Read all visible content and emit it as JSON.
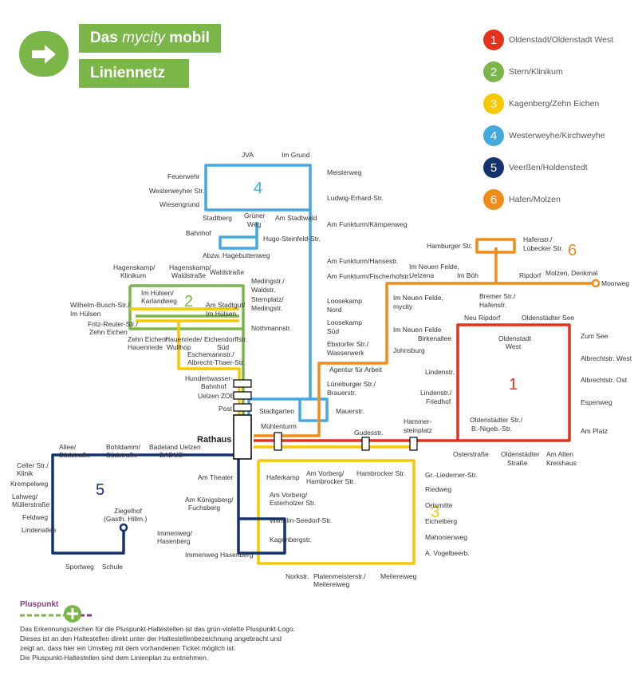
{
  "header": {
    "title_prefix": "Das ",
    "title_brand": "mycity",
    "title_suffix": " mobil",
    "subtitle": "Liniennetz"
  },
  "legend": [
    {
      "num": "1",
      "color": "#e2331f",
      "label": "Oldenstadt/Oldenstadt West"
    },
    {
      "num": "2",
      "color": "#7ab648",
      "label": "Stern/Klinikum"
    },
    {
      "num": "3",
      "color": "#f5c800",
      "label": "Kagenberg/Zehn Eichen"
    },
    {
      "num": "4",
      "color": "#45a9e0",
      "label": "Westerweyhe/Kirchweyhe"
    },
    {
      "num": "5",
      "color": "#14336e",
      "label": "Veerßen/Holdenstedt"
    },
    {
      "num": "6",
      "color": "#f08c1a",
      "label": "Hafen/Molzen"
    }
  ],
  "line_numbers": {
    "l1": "1",
    "l2": "2",
    "l3": "3",
    "l4": "4",
    "l5": "5",
    "l6": "6"
  },
  "center": {
    "rathaus": "Rathaus"
  },
  "stops": {
    "jva": "JVA",
    "im_grund": "Im Grund",
    "meisterweg": "Meisterweg",
    "feuerwehr": "Feuerwehr",
    "westerweyher": "Westerweyher Str.",
    "wiesengrund": "Wiesengrund",
    "ludwig_erhard": "Ludwig-Erhard-Str.",
    "stadtberg": "Stadtberg",
    "gruener_weg_1": "Grüner",
    "gruener_weg_2": "Weg",
    "am_stadtwald": "Am Stadtwald",
    "am_funkturm_kaempen": "Am Funkturm/Kämpenweg",
    "bahnhof": "Bahnhof",
    "hugo_steinfeld": "Hugo-Steinfeld-Str.",
    "abzw_hagebutten": "Abzw. Hagebuttenweg",
    "am_funkturm_hanse": "Am Funkturm/Hansestr.",
    "am_funkturm_fischer": "Am Funkturm/Fischerhofstr.",
    "loosekamp_nord_1": "Loosekamp",
    "loosekamp_nord_2": "Nord",
    "loosekamp_sued_1": "Loosekamp",
    "loosekamp_sued_2": "Süd",
    "ebstorfer_1": "Ebstorfer Str./",
    "ebstorfer_2": "Wasserwerk",
    "agentur": "Agentur für Arbeit",
    "lueneburger_1": "Lüneburger Str./",
    "lueneburger_2": "Brauerstr.",
    "stadtgarten": "Stadtgarten",
    "mauerstr": "Mauerstr.",
    "hagenskamp_klinikum_1": "Hagenskamp/",
    "hagenskamp_klinikum_2": "Klinikum",
    "hagenskamp_wald_1": "Hagenskamp/",
    "hagenskamp_wald_2": "Waldstraße",
    "waldstrasse": "Waldstraße",
    "medingstr_1": "Medingstr./",
    "medingstr_2": "Waldstr.",
    "im_huelsen_karl_1": "Im Hülsen/",
    "im_huelsen_karl_2": "Karlandweg",
    "wilhelm_busch_1": "Wilhelm-Busch-Str./",
    "wilhelm_busch_2": "Im Hülsen",
    "am_stadtgut_1": "Am Stadtgut/",
    "am_stadtgut_2": "Im Hülsen",
    "sternplatz_1": "Sternplatz/",
    "sternplatz_2": "Medingstr.",
    "fritz_reuter_1": "Fritz-Reuter-Str./",
    "fritz_reuter_2": "Zehn Eichen",
    "nothmannstr": "Nothmannstr.",
    "zehn_eichen_1": "Zehn Eichen/",
    "zehn_eichen_2": "Hauenriede",
    "hauenriede_1": "Hauenriede/",
    "hauenriede_2": "Wullhop",
    "eichendorff_1": "Eichendorffstr.",
    "eichendorff_2": "Süd",
    "eschemann_1": "Eschemannstr./",
    "eschemann_2": "Albrecht-Thaer-Str.",
    "hundertwasser_1": "Hundertwasser-",
    "hundertwasser_2": "Bahnhof",
    "uelzen_zob": "Uelzen ZOB",
    "post": "Post",
    "muehlenturm": "Mühlenturm",
    "gudesstr": "Gudesstr.",
    "hammersteinplatz_1": "Hammer-",
    "hammersteinplatz_2": "steinplatz",
    "hamburger_str": "Hamburger Str.",
    "hafenstr_1": "Hafenstr./",
    "hafenstr_2": "Lübecker Str.",
    "im_neuen_felde_uelzena_1": "Im Neuen Felde,",
    "im_neuen_felde_uelzena_2": "Uelzena",
    "im_boeh": "Im Böh",
    "ripdorf": "Ripdorf",
    "molzen": "Molzen, Denkmal",
    "moorweg": "Moorweg",
    "im_neuen_felde_mycity_1": "Im Neuen Felde,",
    "im_neuen_felde_mycity_2": "mycity",
    "bremer_1": "Bremer Str./",
    "bremer_2": "Hafenstr.",
    "im_neuen_felde": "Im Neuen Felde",
    "johnsburg": "Johnsburg",
    "neu_ripdorf": "Neu Ripdorf",
    "oldenstaedter_see": "Oldenstädter See",
    "birkenallee": "Birkenallee",
    "oldenstadt_west_1": "Oldenstadt",
    "oldenstadt_west_2": "West",
    "zum_see": "Zum See",
    "albrecht_west": "Albrechtstr. West",
    "albrecht_ost": "Albrechtstr. Ost",
    "lindenstr": "Lindenstr.",
    "lindenstr_friedhof_1": "Lindenstr./",
    "lindenstr_friedhof_2": "Friedhof",
    "espenweg": "Espenweg",
    "oldenst_nigeb_1": "Oldenstädter Str./",
    "oldenst_nigeb_2": "B.-Nigeb.-Str.",
    "am_platz": "Am Platz",
    "osterstrasse": "Osterstraße",
    "oldenst_strasse_1": "Oldenstädter",
    "oldenst_strasse_2": "Straße",
    "am_alten_1": "Am Alten",
    "am_alten_2": "Kreishaus",
    "allee_1": "Allee/",
    "allee_2": "Südstraße",
    "bohldamm_1": "Bohldamm/",
    "bohldamm_2": "Südstraße",
    "badeland_1": "Badeland Uelzen",
    "badeland_2": "BADUE",
    "celler_1": "Celler Str./",
    "celler_2": "Klinik",
    "krempelweg": "Krempelweg",
    "lahweg_1": "Lahweg/",
    "lahweg_2": "Müllerstraße",
    "feldweg": "Feldweg",
    "lindenallee": "Lindenallee",
    "ziegelhof_1": "Ziegelhof",
    "ziegelhof_2": "(Gasth. Hillm.)",
    "sportweg": "Sportweg",
    "schule": "Schule",
    "am_theater": "Am Theater",
    "am_koenigsberg_1": "Am Königsberg/",
    "am_koenigsberg_2": "Fuchsberg",
    "immenweg_h_1": "Immenweg/",
    "immenweg_h_2": "Hasenberg",
    "immenweg": "Immenweg",
    "hasenberg": "Hasenberg",
    "haferkamp": "Haferkamp",
    "am_vorberg_hamb_1": "Am Vorberg/",
    "am_vorberg_hamb_2": "Hambrocker Str.",
    "hambrocker": "Hambrocker Str.",
    "am_vorberg_est_1": "Am Vorberg/",
    "am_vorberg_est_2": "Esterholzer Str.",
    "gr_liederner": "Gr.-Liederner-Str.",
    "riedweg": "Riedweg",
    "ortsmitte": "Ortsmitte",
    "wilhelm_seedorf": "Wilhelm-Seedorf-Str.",
    "eichelberg": "Eichelberg",
    "kagenberg": "Kagenbergstr.",
    "mahonienweg": "Mahonienweg",
    "a_vogelbeerb": "A. Vogelbeerb.",
    "norkstr": "Norkstr.",
    "platenmeister_1": "Platenmeisterstr./",
    "platenmeister_2": "Meilereiweg",
    "meilereiweg": "Meilereiweg"
  },
  "pluspunkt": {
    "label": "Pluspunkt",
    "note": [
      "Das Erkennungszeichen für die Pluspunkt-Haltestellen ist das grün-violette Pluspunkt-Logo.",
      "Dieses ist an den Haltestellen direkt unter der Haltestellenbezeichnung angebracht und",
      "zeigt an, dass hier ein Umstieg mit dem vorhandenen Ticket möglich ist.",
      "Die Pluspunkt-Haltestellen sind dem Linienplan zu entnehmen."
    ]
  }
}
